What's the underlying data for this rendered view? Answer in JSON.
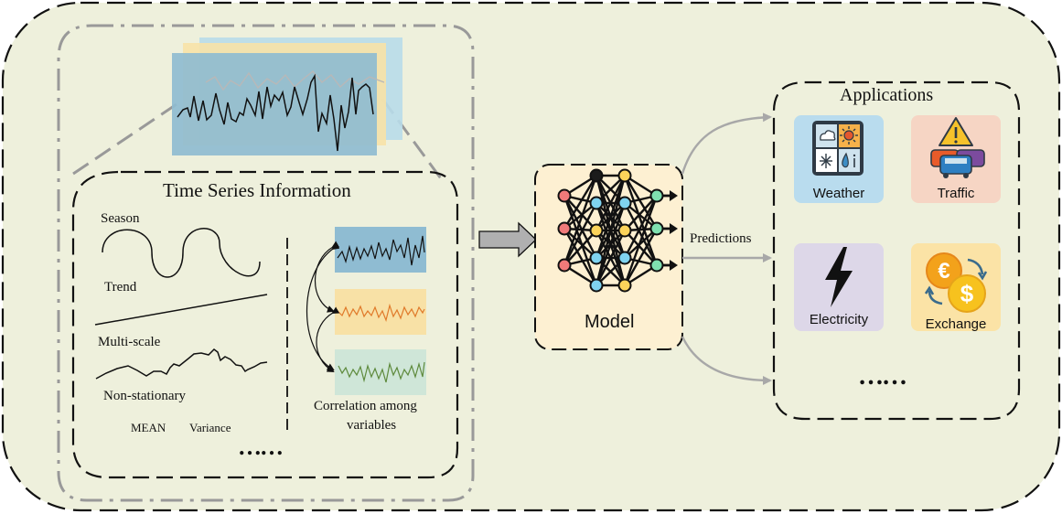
{
  "info_panel": {
    "title": "Time Series Information",
    "season": "Season",
    "trend": "Trend",
    "multiscale": "Multi-scale",
    "nonstationary": "Non-stationary",
    "mean": "MEAN",
    "variance": "Variance",
    "ellipsis": "……",
    "correlation_line1": "Correlation among",
    "correlation_line2": "variables"
  },
  "model": {
    "label": "Model"
  },
  "predictions_label": "Predictions",
  "applications": {
    "title": "Applications",
    "items": [
      {
        "label": "Weather",
        "bg": "#b9dcee",
        "icon": "weather-icon"
      },
      {
        "label": "Traffic",
        "bg": "#f6d5c4",
        "icon": "traffic-icon"
      },
      {
        "label": "Electricity",
        "bg": "#ddd7e8",
        "icon": "lightning-icon"
      },
      {
        "label": "Exchange",
        "bg": "#fbe3a6",
        "icon": "currency-exchange-icon"
      }
    ],
    "ellipsis": "……"
  },
  "colors": {
    "outer_bg": "#eef0dc",
    "model_bg": "#fdf0d2",
    "blue_panel": "#8fbcd2",
    "orange_panel": "#f8e1a6",
    "green_panel": "#cfe6d8"
  }
}
